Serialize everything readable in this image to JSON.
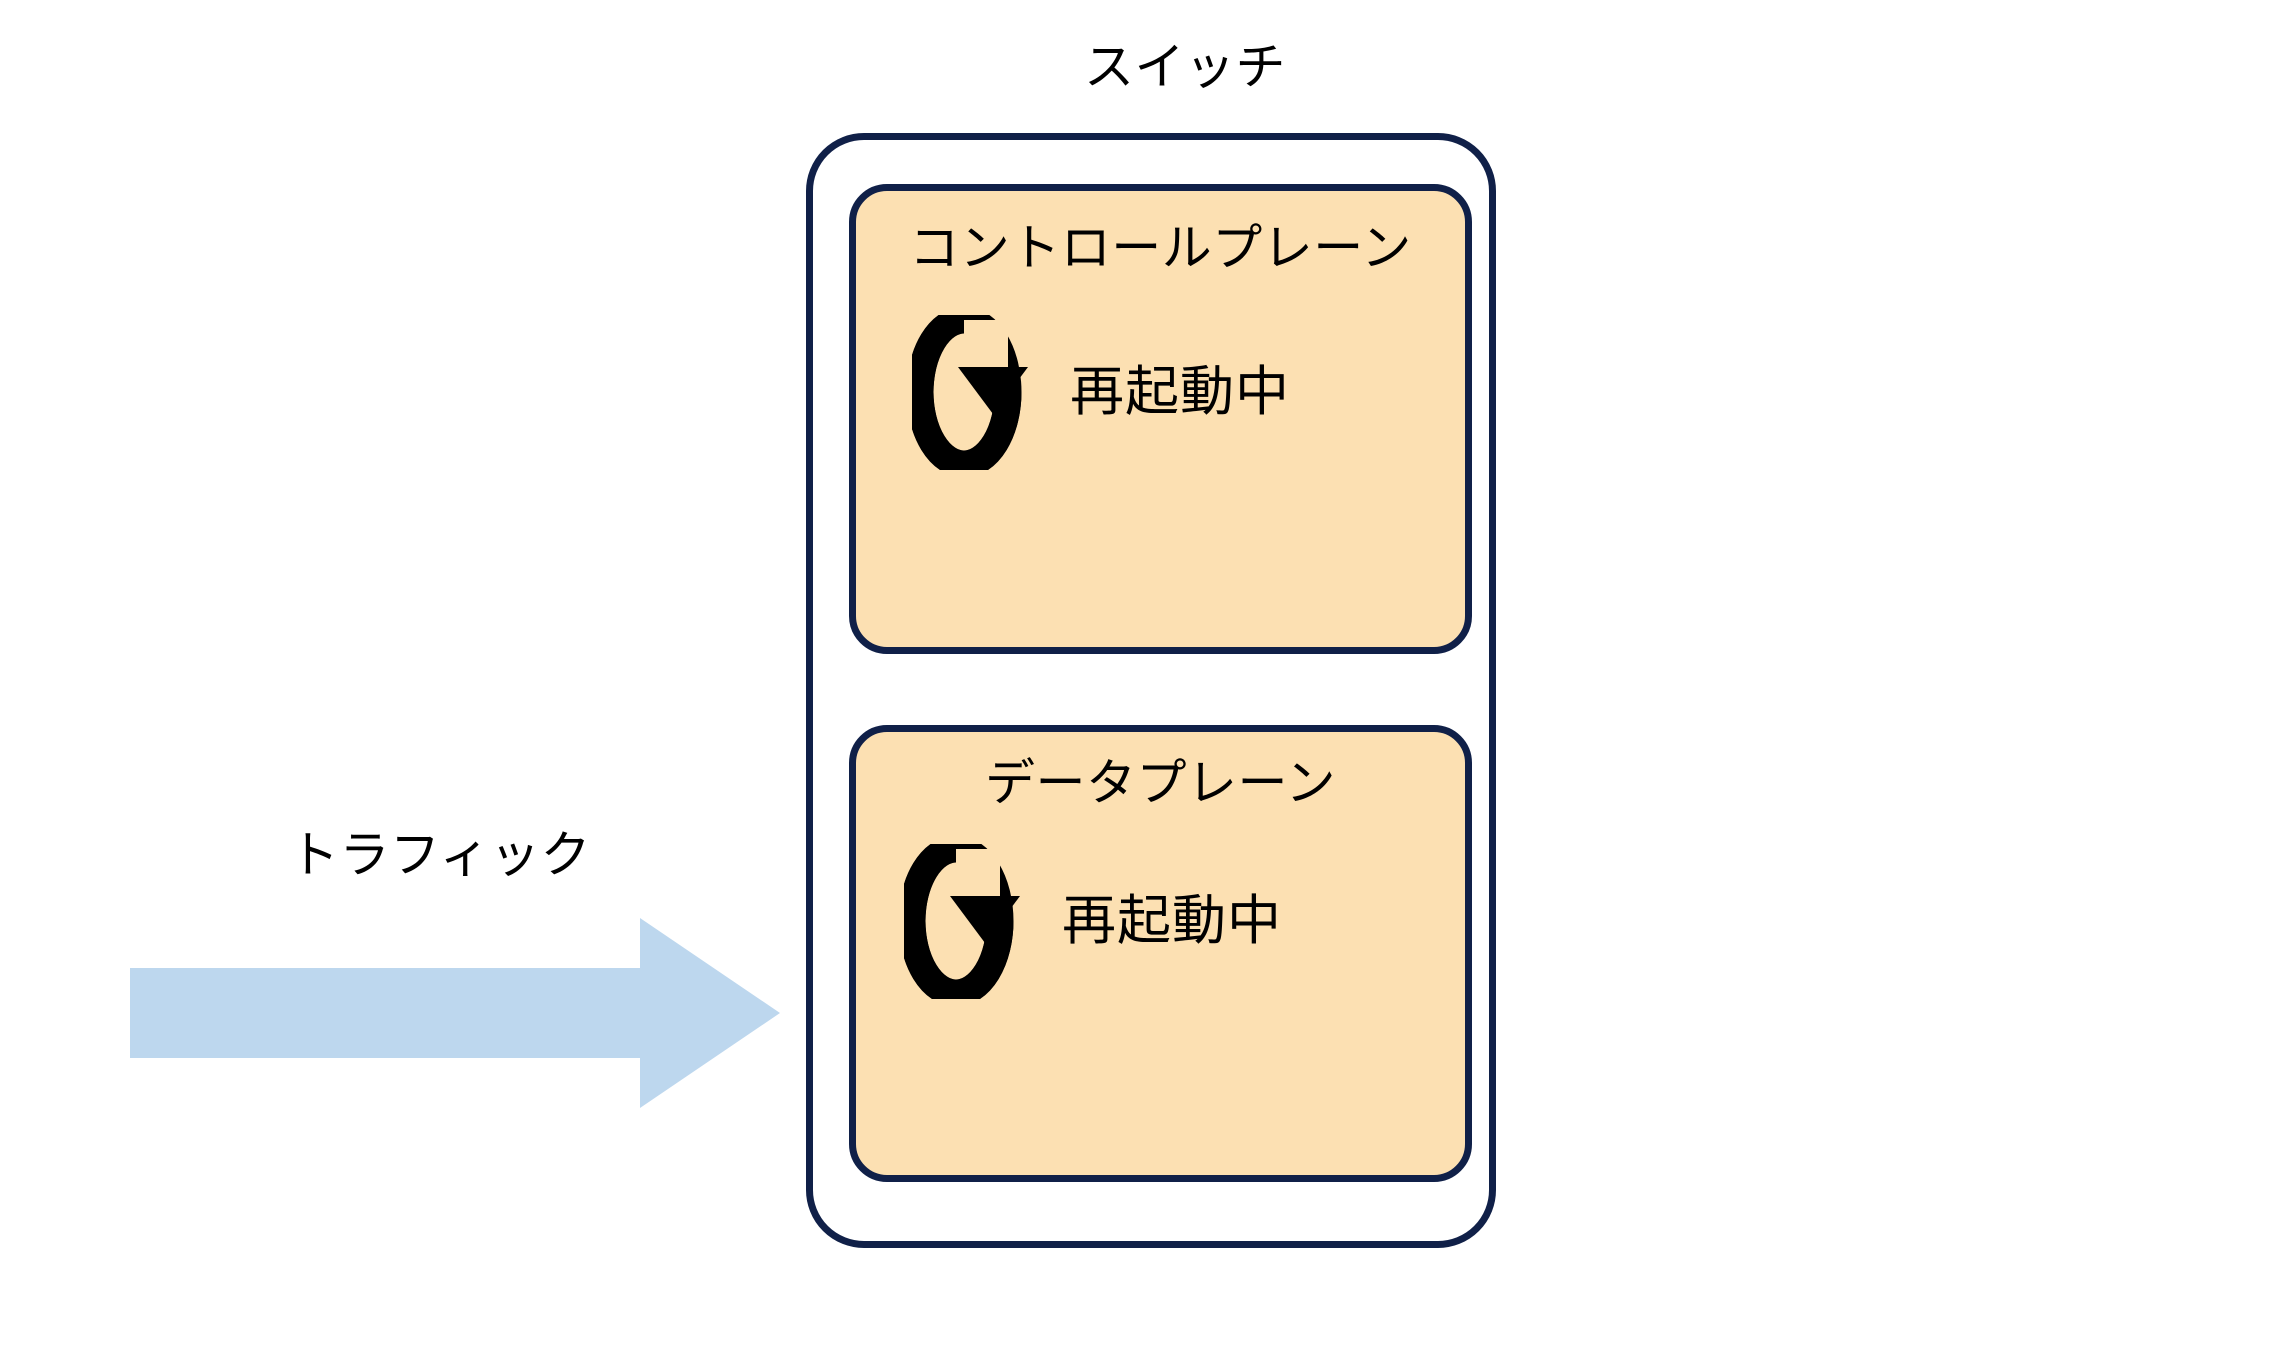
{
  "diagram": {
    "title": "スイッチ",
    "background_color": "#FFFFFF"
  },
  "switch": {
    "label": "スイッチ",
    "chassis": {
      "name": "switch-chassis",
      "border_color": "#102048",
      "fill_color": "#FFFFFF"
    },
    "planes": [
      {
        "id": "control-plane",
        "title": "コントロールプレーン",
        "status_label": "再起動中",
        "status_icon": "restart-icon",
        "fill_color": "#FCE0B2",
        "border_color": "#102048"
      },
      {
        "id": "data-plane",
        "title": "データプレーン",
        "status_label": "再起動中",
        "status_icon": "restart-icon",
        "fill_color": "#FCE0B2",
        "border_color": "#102048"
      }
    ]
  },
  "traffic": {
    "label": "トラフィック",
    "arrow_icon": "right-arrow-icon",
    "arrow_color": "#BDD7EE",
    "direction": "right"
  }
}
